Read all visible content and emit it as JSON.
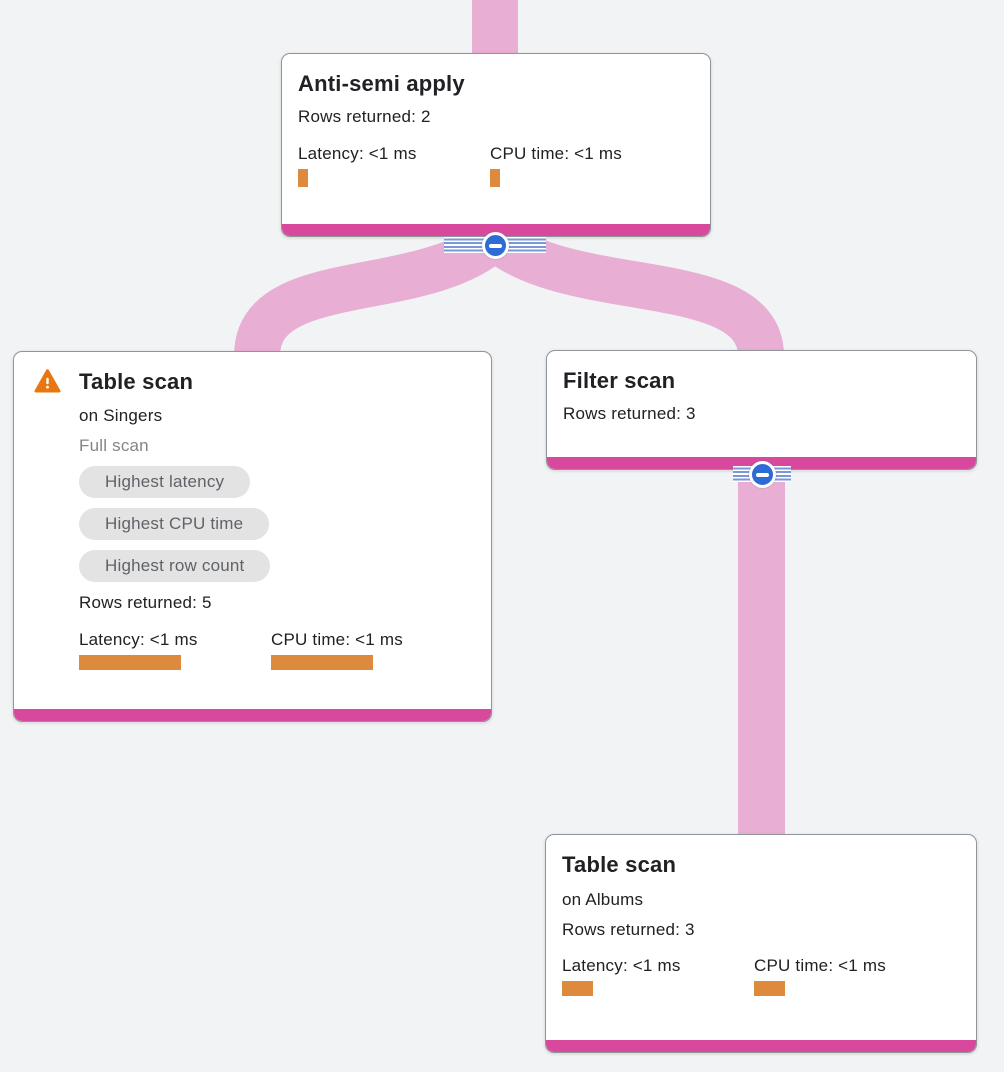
{
  "app": {
    "view": "query-execution-plan-tree"
  },
  "colors": {
    "background": "#f1f3f4",
    "edge_pink": "#e9aed3",
    "node_accent_magenta": "#d8499d",
    "metric_bar_orange": "#de8a3d",
    "collapse_button_blue": "#2e6bd3",
    "collapse_stripe_blue": "#7b97d9",
    "warning_orange": "#e8770f",
    "chip_bg": "#e3e3e3",
    "chip_text": "#5f6368",
    "card_border": "#8f959b",
    "text_primary": "#202124",
    "text_muted": "#80868b"
  },
  "icons": {
    "warning": "warning-triangle-icon",
    "collapse": "minus-collapse-icon"
  },
  "nodes": {
    "root": {
      "title": "Anti-semi apply",
      "rows": "Rows returned: 2",
      "latency": "Latency: <1 ms",
      "cpu": "CPU time: <1 ms"
    },
    "singers": {
      "title": "Table scan",
      "on": "on Singers",
      "scan_mode": "Full scan",
      "badges": [
        "Highest latency",
        "Highest CPU time",
        "Highest row count"
      ],
      "rows": "Rows returned: 5",
      "latency": "Latency: <1 ms",
      "cpu": "CPU time: <1 ms"
    },
    "filter": {
      "title": "Filter scan",
      "rows": "Rows returned: 3"
    },
    "albums": {
      "title": "Table scan",
      "on": "on Albums",
      "rows": "Rows returned: 3",
      "latency": "Latency: <1 ms",
      "cpu": "CPU time: <1 ms"
    }
  }
}
